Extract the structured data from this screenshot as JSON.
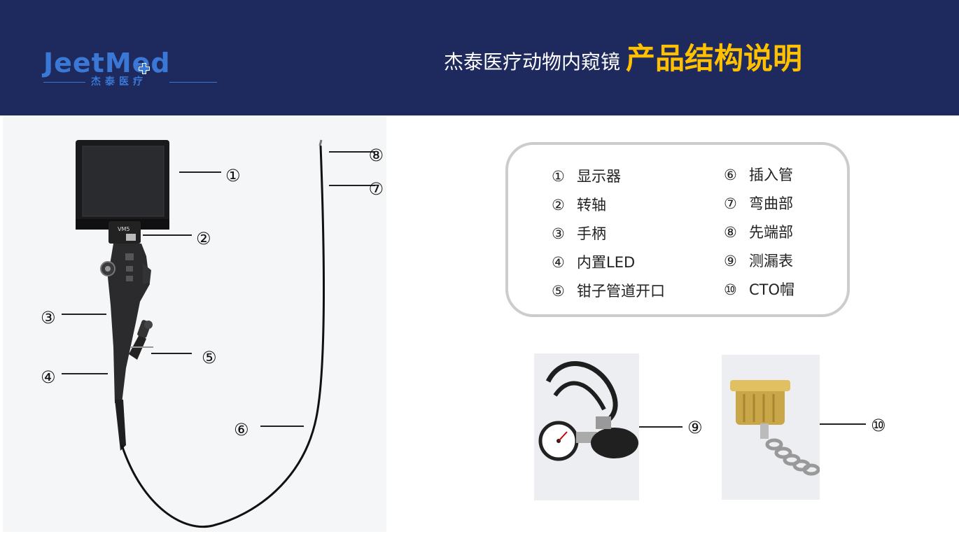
{
  "header": {
    "logo": {
      "word": "JeetMed",
      "sub_text": "杰泰医疗"
    },
    "title_main": "杰泰医疗动物内窥镜",
    "title_accent": "产品结构说明"
  },
  "callouts": {
    "c1": "①",
    "c2": "②",
    "c3": "③",
    "c4": "④",
    "c5": "⑤",
    "c6": "⑥",
    "c7": "⑦",
    "c8": "⑧",
    "c9": "⑨",
    "c10": "⑩"
  },
  "device_marking": "VM5",
  "legend": {
    "items": [
      {
        "num": "①",
        "label": "显示器"
      },
      {
        "num": "②",
        "label": "转轴"
      },
      {
        "num": "③",
        "label": "手柄"
      },
      {
        "num": "④",
        "label": "内置LED"
      },
      {
        "num": "⑤",
        "label": "钳子管道开口"
      },
      {
        "num": "⑥",
        "label": "插入管"
      },
      {
        "num": "⑦",
        "label": "弯曲部"
      },
      {
        "num": "⑧",
        "label": "先端部"
      },
      {
        "num": "⑨",
        "label": "测漏表"
      },
      {
        "num": "⑩",
        "label": "CTO帽"
      }
    ]
  },
  "colors": {
    "header_bg": "#1e2a5e",
    "logo_blue": "#3b78d6",
    "title_accent": "#ffc000",
    "legend_border": "#cccccc"
  }
}
